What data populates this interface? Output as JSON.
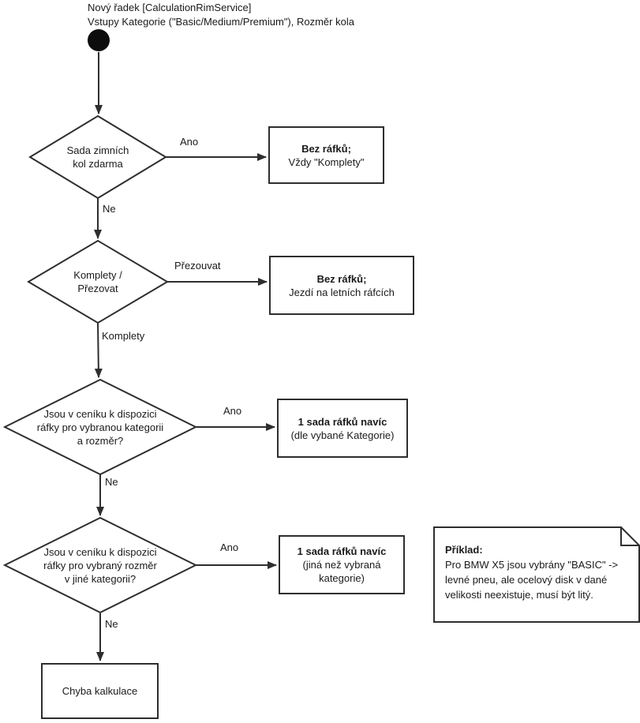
{
  "header": {
    "line1": "Nový řadek [CalculationRimService]",
    "line2": "Vstupy Kategorie (\"Basic/Medium/Premium\"), Rozměr kola"
  },
  "decisions": {
    "d1": {
      "lines": [
        "Sada zimních",
        "kol zdarma"
      ]
    },
    "d2": {
      "lines": [
        "Komplety /",
        "Přezovat"
      ]
    },
    "d3": {
      "lines": [
        "Jsou v ceníku k dispozici",
        "ráfky pro vybranou kategorii",
        "a rozměr?"
      ]
    },
    "d4": {
      "lines": [
        "Jsou v ceníku k dispozici",
        "ráfky pro vybraný rozměr",
        "v jiné kategorii?"
      ]
    }
  },
  "results": {
    "r1": {
      "title": "Bez ráfků;",
      "subtitle": "Vždy \"Komplety\""
    },
    "r2": {
      "title": "Bez ráfků;",
      "subtitle": "Jezdí na letních ráfcích"
    },
    "r3": {
      "title": "1 sada ráfků navíc",
      "subtitle": "(dle vybané Kategorie)"
    },
    "r4": {
      "title": "1 sada ráfků navíc",
      "subtitle": "(jiná než vybraná kategorie)"
    },
    "r5": {
      "title": "Chyba kalkulace"
    }
  },
  "edge_labels": {
    "d1_yes": "Ano",
    "d1_no": "Ne",
    "d2_right": "Přezouvat",
    "d2_down": "Komplety",
    "d3_yes": "Ano",
    "d3_no": "Ne",
    "d4_yes": "Ano",
    "d4_no": "Ne"
  },
  "note": {
    "title": "Příklad:",
    "lines": [
      "Pro BMW X5 jsou vybrány \"BASIC\" ->",
      "levné pneu, ale ocelový disk v dané",
      "velikosti neexistuje, musí být litý."
    ]
  },
  "colors": {
    "line": "#2e2e2e",
    "text": "#1a1a1a",
    "node_fill": "#ffffff"
  }
}
